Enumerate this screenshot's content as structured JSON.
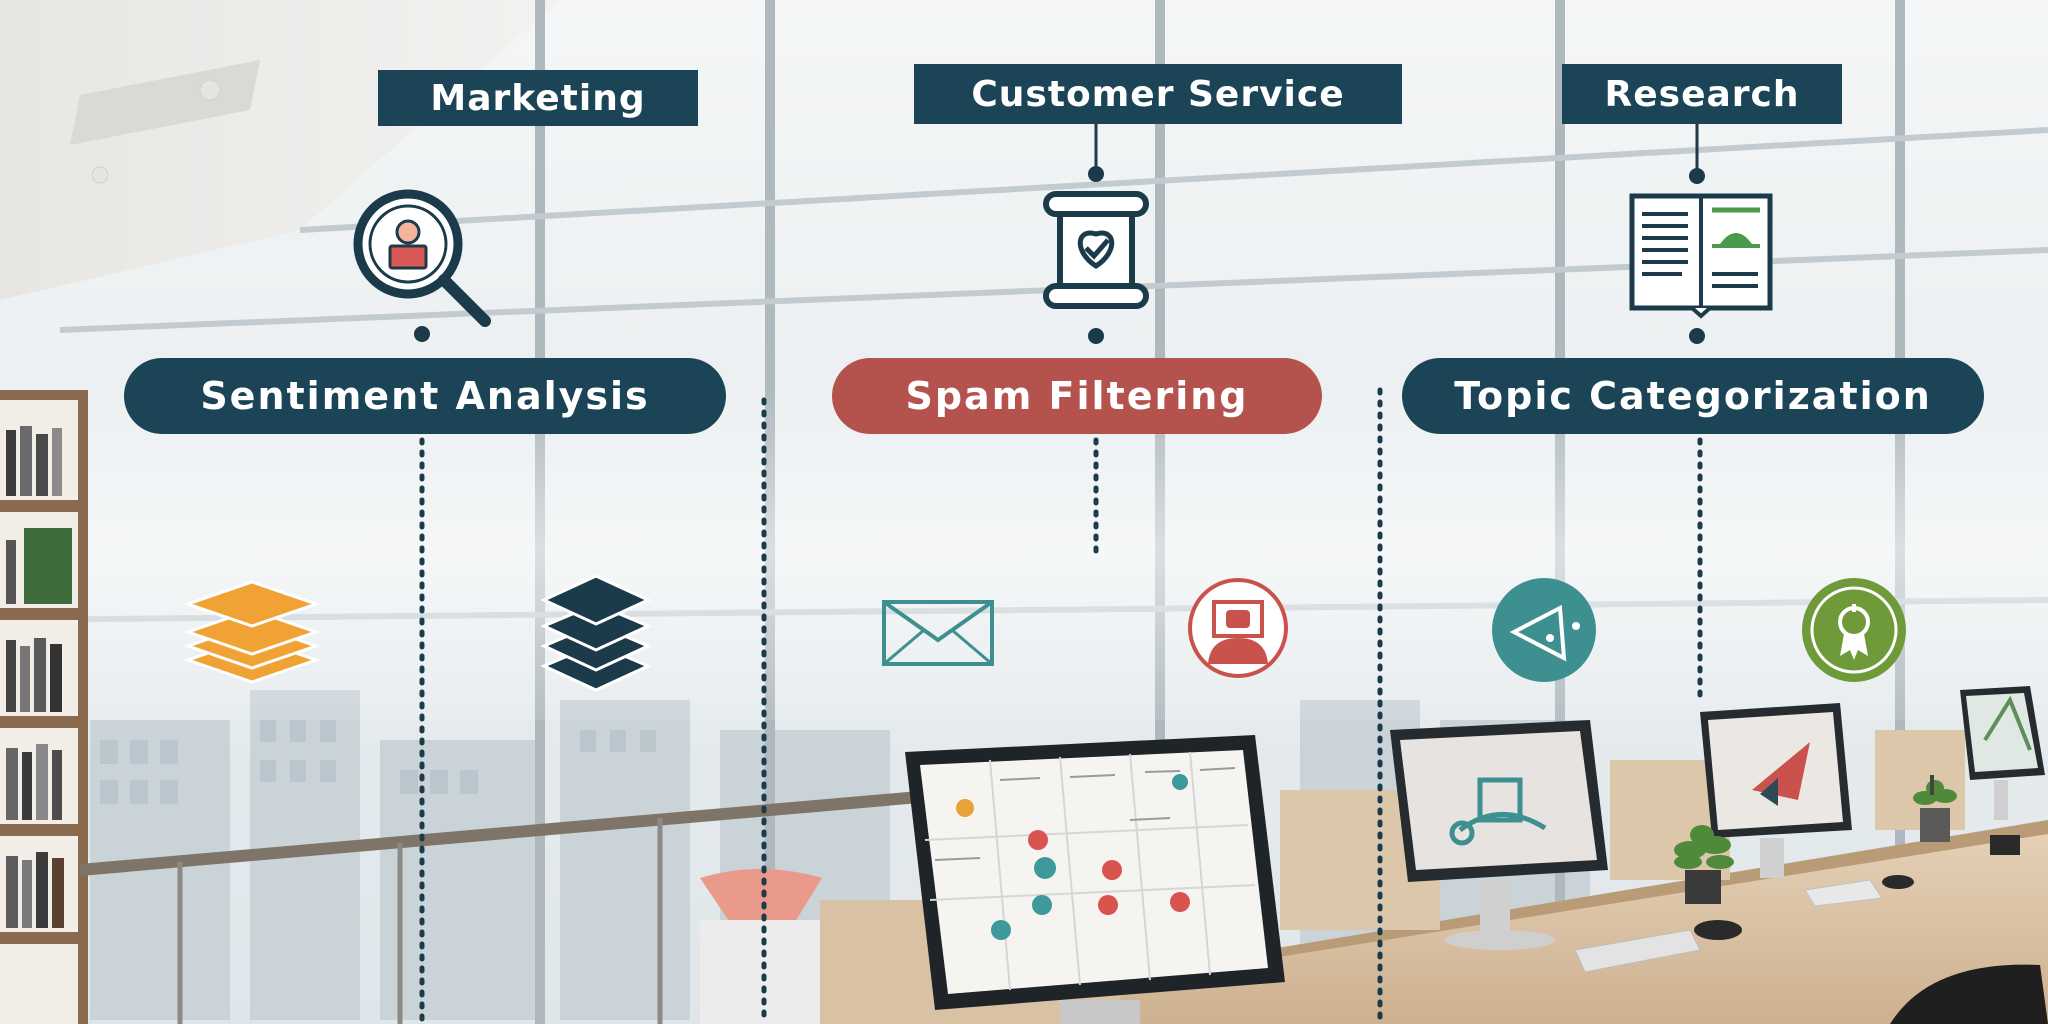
{
  "categories": [
    {
      "label": "Marketing"
    },
    {
      "label": "Customer Service"
    },
    {
      "label": "Research"
    }
  ],
  "tasks": [
    {
      "label": "Sentiment Analysis"
    },
    {
      "label": "Spam Filtering"
    },
    {
      "label": "Topic Categorization"
    }
  ],
  "icons": [
    "stack-icon-orange",
    "stack-icon-navy",
    "envelope-icon",
    "screen-badge-icon",
    "triangle-circle-icon",
    "award-badge-icon"
  ],
  "colors": {
    "navy": "#1b4557",
    "spam_red": "#b4524e",
    "orange": "#f0a234",
    "teal": "#3e8f90",
    "green": "#6f9a3a",
    "accent_red": "#c9524c"
  }
}
